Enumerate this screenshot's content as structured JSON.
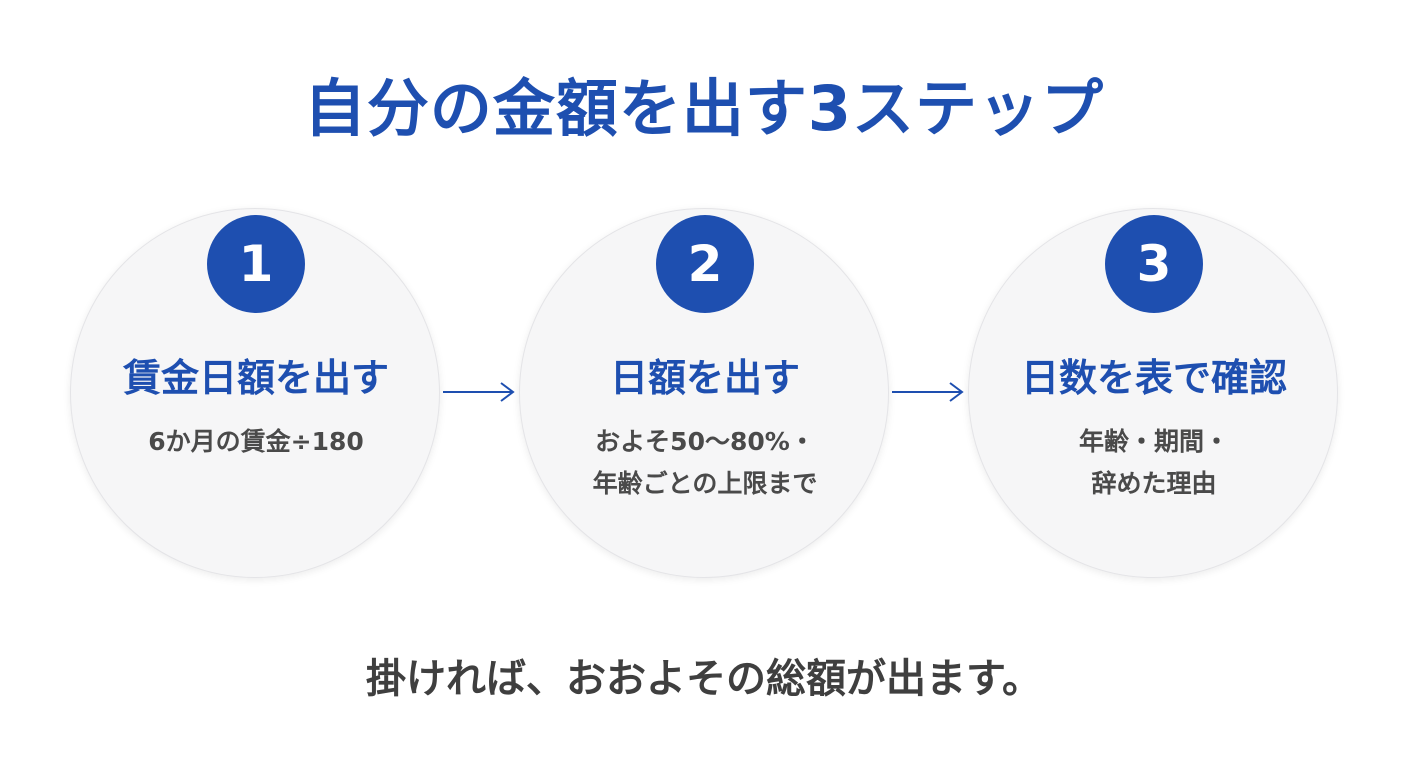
{
  "title": "自分の金額を出す3ステップ",
  "steps": [
    {
      "number": "1",
      "heading": "賃金日額を出す",
      "desc_lines": [
        "6か月の賃金÷180"
      ]
    },
    {
      "number": "2",
      "heading": "日額を出す",
      "desc_lines": [
        "およそ50〜80%・",
        "年齢ごとの上限まで"
      ]
    },
    {
      "number": "3",
      "heading": "日数を表で確認",
      "desc_lines": [
        "年齢・期間・",
        "辞めた理由"
      ]
    }
  ],
  "footer": "掛ければ、おおよその総額が出ます。",
  "colors": {
    "accent": "#1e4fb0",
    "text": "#3f3f3f",
    "circle_bg": "#f6f6f7"
  },
  "icons": {
    "connector": "right-arrow-icon"
  }
}
